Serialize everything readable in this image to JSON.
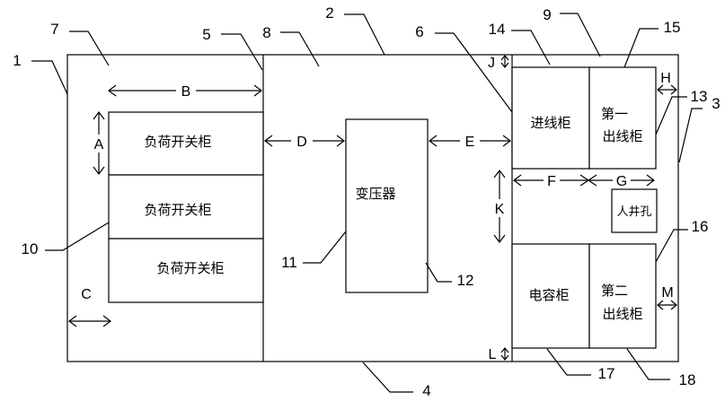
{
  "labels": {
    "load_switch_cabinet": "负荷开关柜",
    "transformer": "变压器",
    "incoming_cabinet": "进线柜",
    "first_outgoing_line1": "第一",
    "first_outgoing_line2": "出线柜",
    "capacitor_cabinet": "电容柜",
    "second_outgoing_line1": "第二",
    "second_outgoing_line2": "出线柜",
    "manhole": "人井孔"
  },
  "callouts": [
    "1",
    "2",
    "3",
    "4",
    "5",
    "6",
    "7",
    "8",
    "9",
    "10",
    "11",
    "12",
    "13",
    "14",
    "15",
    "16",
    "17",
    "18"
  ],
  "dimensions": {
    "A": "A",
    "B": "B",
    "C": "C",
    "D": "D",
    "E": "E",
    "F": "F",
    "G": "G",
    "H": "H",
    "J": "J",
    "K": "K",
    "L": "L",
    "M": "M"
  }
}
